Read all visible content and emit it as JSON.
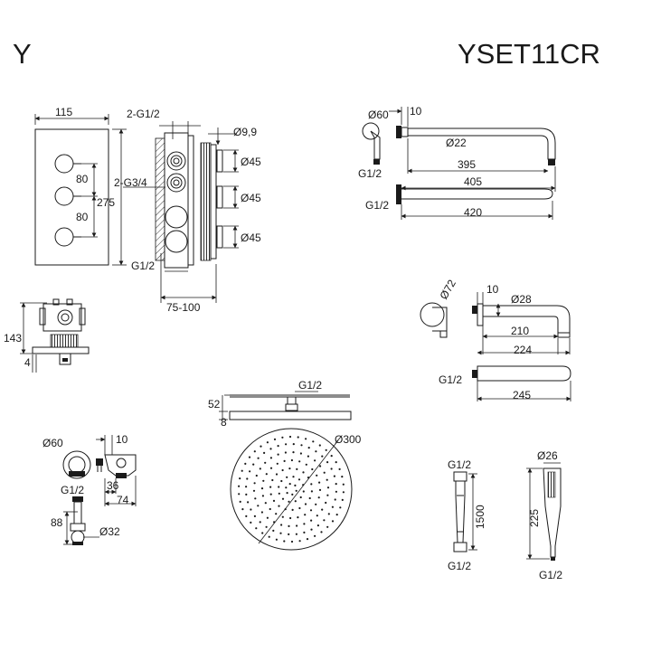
{
  "header": {
    "brand": "Y",
    "model": "YSET11CR"
  },
  "valve": {
    "plate_width": "115",
    "thread_top": "2-G1/2",
    "dia_small": "Ø9,9",
    "spacing_1": "80",
    "spacing_2": "80",
    "plate_height": "275",
    "thread_side": "2-G3/4",
    "dia_1": "Ø45",
    "dia_2": "Ø45",
    "dia_3": "Ø45",
    "thread_bottom": "G1/2",
    "depth_range": "75-100"
  },
  "body_side": {
    "height": "143",
    "offset": "4"
  },
  "shower_arm": {
    "flange_dia": "Ø60",
    "thread": "G1/2",
    "offset": "10",
    "tube_dia": "Ø22",
    "length_1": "395",
    "length_2": "405",
    "thread_2": "G1/2",
    "length_3": "420"
  },
  "spout": {
    "flange_dia": "Ø72",
    "offset": "10",
    "tube_dia": "Ø28",
    "length_1": "210",
    "length_2": "224",
    "thread": "G1/2",
    "length_3": "245"
  },
  "head_shower": {
    "thread": "G1/2",
    "height": "52",
    "thickness": "8",
    "diameter": "Ø300"
  },
  "wall_outlet": {
    "flange_dia": "Ø60",
    "thread": "G1/2",
    "offset": "10",
    "depth_1": "36",
    "depth_2": "74",
    "height": "88",
    "holder_dia": "Ø32"
  },
  "hose": {
    "thread_top": "G1/2",
    "length": "1500",
    "thread_bottom": "G1/2"
  },
  "hand_shower": {
    "diameter": "Ø26",
    "length": "225",
    "thread": "G1/2"
  }
}
